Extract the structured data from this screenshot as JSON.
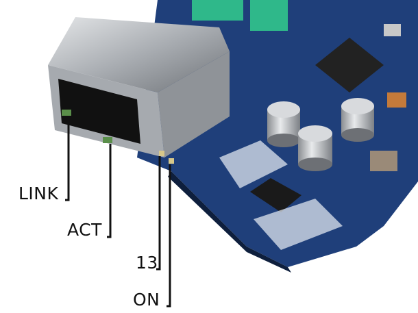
{
  "labels": {
    "link": "LINK",
    "act": "ACT",
    "pin13": "13",
    "on": "ON"
  },
  "colors": {
    "board": "#1f3f7a",
    "connector": "#b9bcc0",
    "header": "#2fb88a",
    "label_line": "#111111"
  }
}
